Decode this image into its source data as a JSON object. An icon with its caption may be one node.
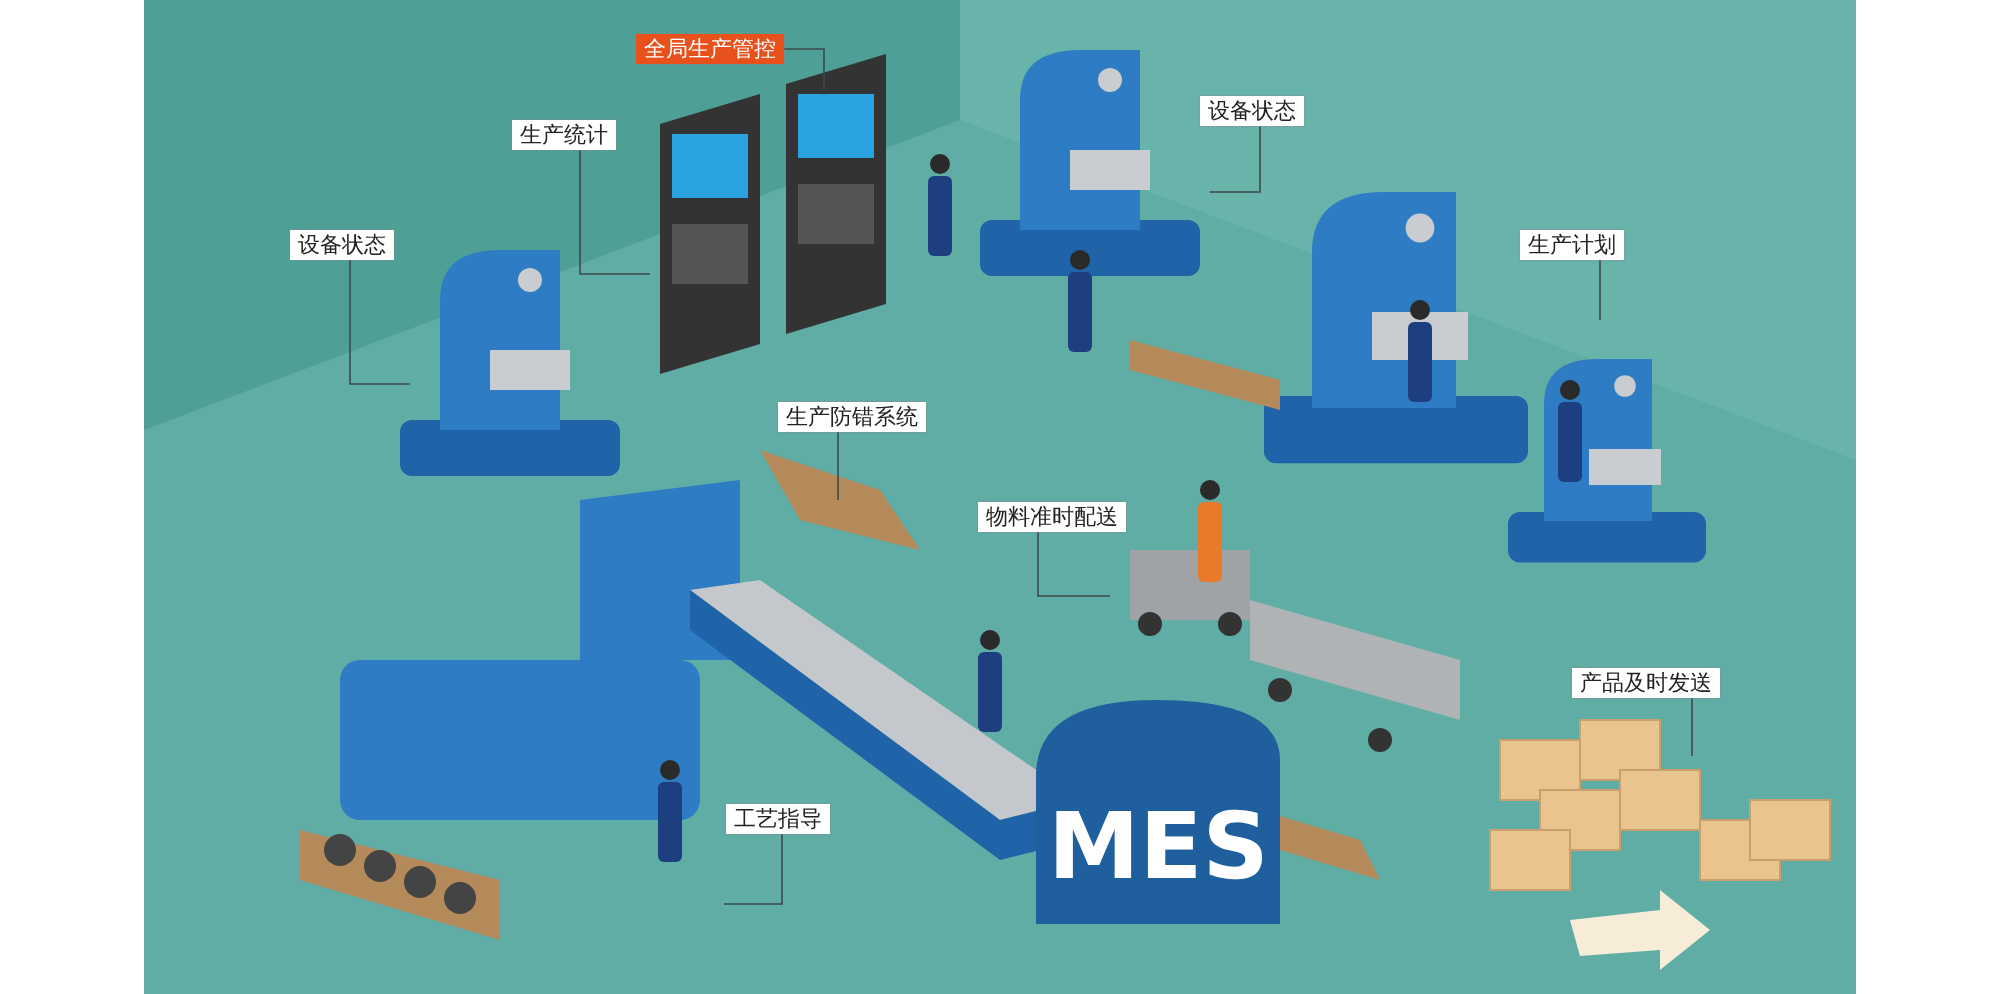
{
  "diagram": {
    "nodes": [
      {
        "text": [
          "全局生产管控"
        ]
      },
      {
        "text": [
          "设备状态"
        ]
      },
      {
        "text": [
          "生产统计"
        ]
      },
      {
        "text": [
          "设备状态"
        ]
      },
      {
        "text": [
          "生产计划"
        ]
      },
      {
        "text": [
          "生产防错系统"
        ]
      },
      {
        "text": [
          "物料准时配送"
        ]
      },
      {
        "text": [
          "产品及时发送"
        ]
      },
      {
        "text": [
          "工艺指导"
        ]
      },
      {
        "text": [
          "MES"
        ]
      }
    ],
    "edges": [
      {
        "from": 0,
        "to": null,
        "arrow": "none"
      },
      {
        "from": 1,
        "to": null,
        "arrow": "none"
      },
      {
        "from": 2,
        "to": null,
        "arrow": "none"
      },
      {
        "from": 3,
        "to": null,
        "arrow": "none"
      },
      {
        "from": 4,
        "to": null,
        "arrow": "none"
      },
      {
        "from": 5,
        "to": null,
        "arrow": "none"
      },
      {
        "from": 6,
        "to": null,
        "arrow": "none"
      },
      {
        "from": 7,
        "to": null,
        "arrow": "none"
      },
      {
        "from": 8,
        "to": null,
        "arrow": "none"
      }
    ]
  }
}
